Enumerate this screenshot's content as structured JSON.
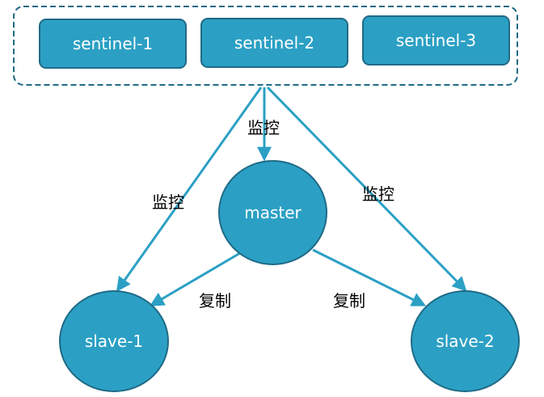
{
  "colors": {
    "node_fill": "#2ba0c4",
    "node_border": "#1f6a86",
    "arrow": "#2ba0c4",
    "group_border": "#1f6a86",
    "text_on_node": "#ffffff",
    "label_text": "#000000"
  },
  "sentinels": {
    "items": [
      "sentinel-1",
      "sentinel-2",
      "sentinel-3"
    ]
  },
  "nodes": {
    "master": "master",
    "slave1": "slave-1",
    "slave2": "slave-2"
  },
  "edge_labels": {
    "monitor_master": "监控",
    "monitor_slave1": "监控",
    "monitor_slave2": "监控",
    "replicate_slave1": "复制",
    "replicate_slave2": "复制"
  }
}
